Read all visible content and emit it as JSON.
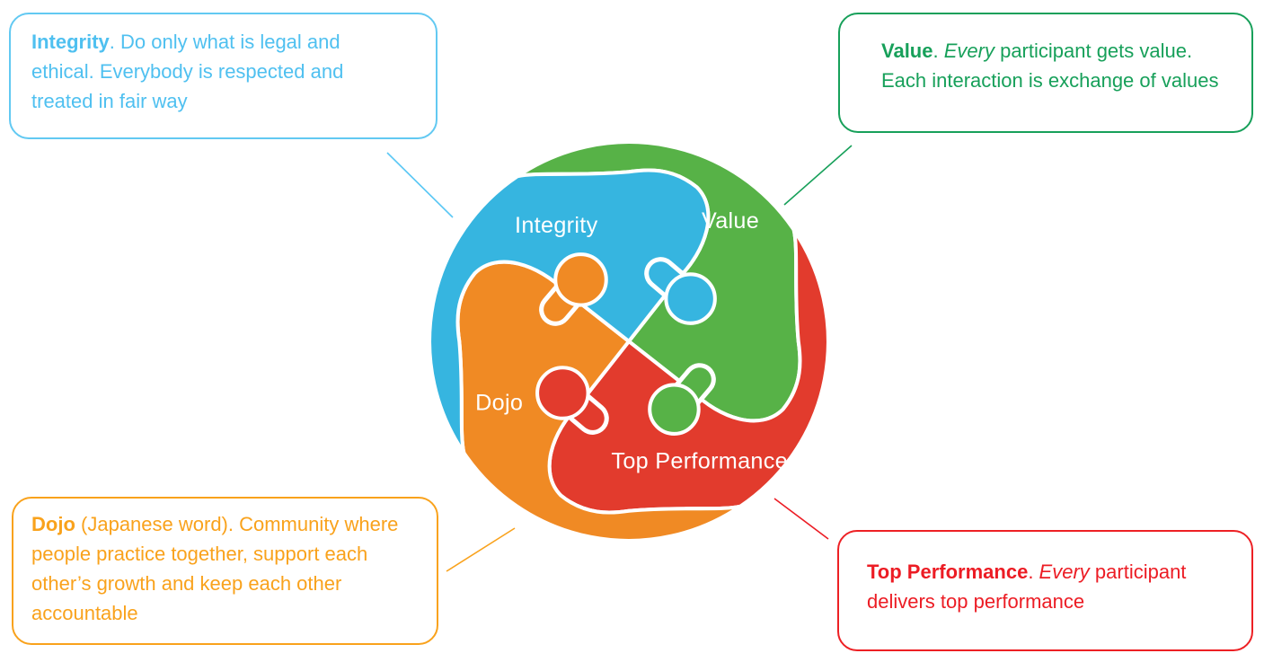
{
  "wheel": {
    "segments": [
      {
        "label": "Integrity",
        "color": "#36b5e0"
      },
      {
        "label": "Value",
        "color": "#57b247"
      },
      {
        "label": "Dojo",
        "color": "#f08a24"
      },
      {
        "label": "Top Performance",
        "color": "#e23b2d"
      }
    ],
    "knobs": [
      {
        "name": "orange-knob-on-blue",
        "color": "#f08a24"
      },
      {
        "name": "blue-knob-on-green",
        "color": "#36b5e0"
      },
      {
        "name": "green-knob-on-red",
        "color": "#57b247"
      },
      {
        "name": "red-knob-on-orange",
        "color": "#e23b2d"
      }
    ]
  },
  "callouts": {
    "integrity": {
      "lead": "Integrity",
      "sep": ". ",
      "emph": "",
      "rest": "Do only what is legal and ethical. Everybody is respected and treated in fair way",
      "color": "#4fc0f0"
    },
    "value": {
      "lead": "Value",
      "sep": ". ",
      "emph": "Every",
      "rest": " participant gets value. Each interaction is exchange of values",
      "color": "#17a05a"
    },
    "dojo": {
      "lead": "Dojo",
      "sep": " ",
      "emph": "",
      "rest": "(Japanese word). Community where people practice together, support each other’s growth and keep each other accountable",
      "color": "#f9a21c"
    },
    "top_performance": {
      "lead": "Top Performance",
      "sep": ". ",
      "emph": "Every",
      "rest": " participant delivers top performance",
      "color": "#ec1c24"
    }
  }
}
